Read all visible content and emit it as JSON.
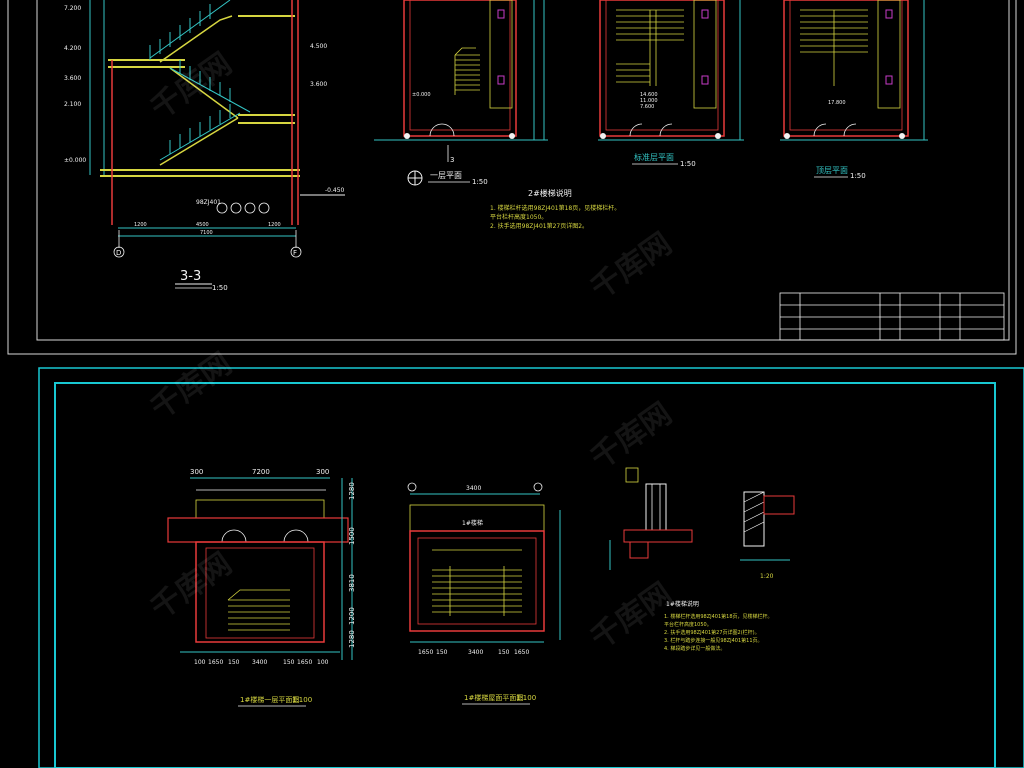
{
  "upper_sheet": {
    "section": {
      "title": "3-3",
      "scale": "1:50"
    },
    "elev_labels": [
      "7.200",
      "4.200",
      "2.100",
      "3.600",
      "±0.000"
    ],
    "right_elevs": [
      "4.500",
      "3.600",
      "-0.450"
    ],
    "note_tag": "98ZJ401",
    "dims_bottom": [
      "1200",
      "4500",
      "1200",
      "7100"
    ],
    "axes": [
      "D",
      "F"
    ],
    "plans": [
      {
        "name": "一层平面",
        "scale": "1:50",
        "number": "3"
      },
      {
        "name": "标准层平面",
        "scale": "1:50"
      },
      {
        "name": "顶层平面",
        "scale": "1:50"
      }
    ],
    "plan_elevs": [
      "±0.000",
      "14.600",
      "11.000",
      "7.600",
      "17.800"
    ],
    "notes": {
      "title": "2#楼梯说明",
      "lines": [
        "1. 楼梯栏杆选用98ZJ401第18页，见楼梯栏杆。",
        "   平台栏杆高度1050。",
        "2. 扶手选用98ZJ401第27页详图2。"
      ]
    }
  },
  "lower_sheet": {
    "plan_a": {
      "title": "1#楼梯一层平面图",
      "scale": "1:100",
      "top_dims": [
        "300",
        "7200",
        "300"
      ],
      "side_dims": [
        "1280",
        "1500",
        "3810",
        "1200",
        "1280"
      ],
      "bottom_dims": [
        "100",
        "1650",
        "150",
        "3400",
        "150",
        "1650",
        "100"
      ]
    },
    "plan_b": {
      "title": "1#楼梯屋面平面图",
      "scale": "1:100",
      "top_dim": "3400",
      "bottom_dims": [
        "1650",
        "150",
        "3400",
        "150",
        "1650"
      ],
      "label": "1#楼梯"
    },
    "detail_scale": "1:20",
    "notes": {
      "title": "1#楼梯说明",
      "lines": [
        "1. 楼梯栏杆选用98ZJ401第18页，见楼梯栏杆。",
        "   平台栏杆高度1050。",
        "2. 扶手选用98ZJ401第27页详图2(栏杆)。",
        "3. 栏杆与踏步连接一般见98ZJ401第11页。",
        "4. 梯段踏步详见一般做法。"
      ]
    }
  },
  "watermark": "千库网"
}
